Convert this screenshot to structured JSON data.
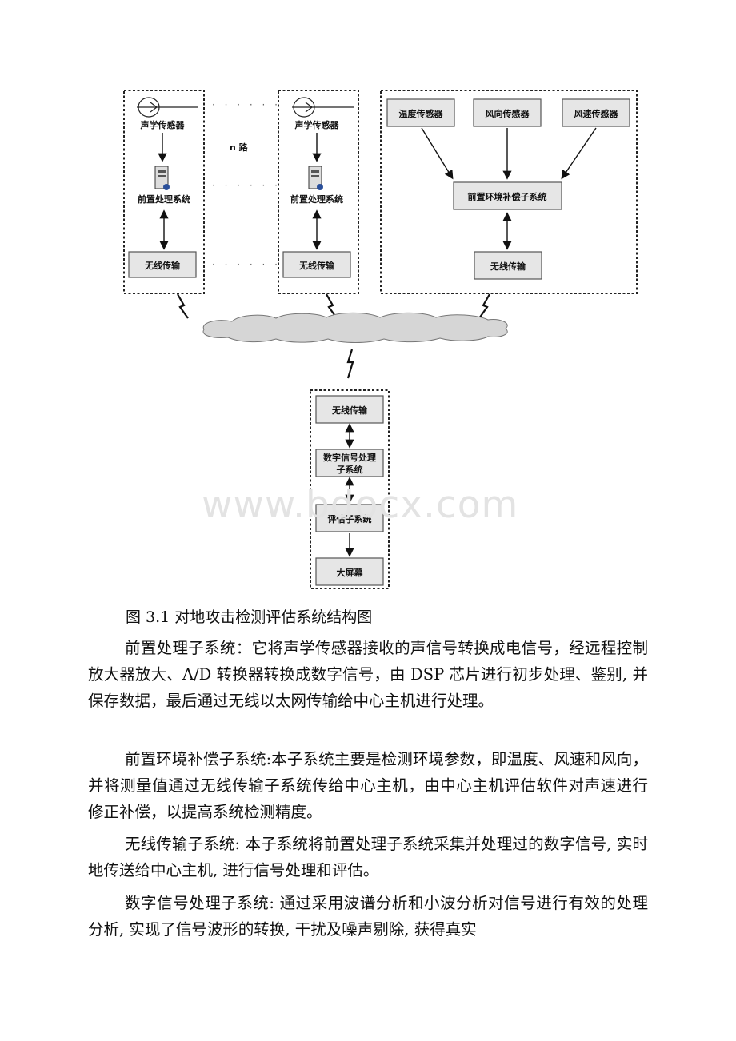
{
  "diagram": {
    "sensor_left": "声学传感器",
    "sensor_right": "声学传感器",
    "pre_left": "前置处理系统",
    "pre_right": "前置处理系统",
    "wireless_left": "无线传输",
    "wireless_right": "无线传输",
    "n_lu": "n 路",
    "dots": "· · · · · ·",
    "temp_sensor": "温度传感器",
    "wind_dir_sensor": "风向传感器",
    "wind_speed_sensor": "风速传感器",
    "env_comp": "前置环境补偿子系统",
    "env_wireless": "无线传输",
    "center_wireless": "无线传输",
    "dsp_line1": "数字信号处理",
    "dsp_line2": "子系统",
    "eval": "评估子系统",
    "screen": "大屏幕"
  },
  "watermark": "www.bdocx.com",
  "caption": "图 3.1 对地攻击检测评估系统结构图",
  "paragraphs": [
    "前置处理子系统：它将声学传感器接收的声信号转换成电信号，经远程控制放大器放大、A/D 转换器转换成数字信号，由 DSP 芯片进行初步处理、鉴别, 并保存数据，最后通过无线以太网传输给中心主机进行处理。",
    "前置环境补偿子系统:本子系统主要是检测环境参数，即温度、风速和风向，并将测量值通过无线传输子系统传给中心主机，由中心主机评估软件对声速进行修正补偿，以提高系统检测精度。",
    "无线传输子系统: 本子系统将前置处理子系统采集并处理过的数字信号, 实时地传送给中心主机, 进行信号处理和评估。",
    "数字信号处理子系统: 通过采用波谱分析和小波分析对信号进行有效的处理分析, 实现了信号波形的转换, 干扰及噪声剔除, 获得真实"
  ]
}
